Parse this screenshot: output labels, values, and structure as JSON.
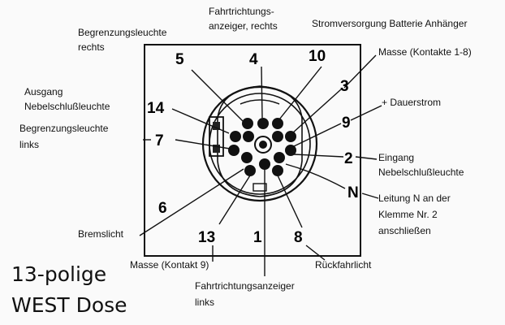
{
  "title": {
    "line1": "13-polige",
    "line2": "WEST Dose"
  },
  "pins": {
    "p5": "5",
    "p4": "4",
    "p10": "10",
    "p3": "3",
    "p14": "14",
    "p9": "9",
    "p7": "7",
    "p2": "2",
    "pN": "N",
    "p6": "6",
    "p13": "13",
    "p1": "1",
    "p8": "8"
  },
  "labels": {
    "begr_rechts_1": "Begrenzungsleuchte",
    "begr_rechts_2": "rechts",
    "fahrt_rechts_1": "Fahrtrichtungs-",
    "fahrt_rechts_2": "anzeiger, rechts",
    "strom": "Stromversorgung Batterie Anhänger",
    "masse_1_8": "Masse (Kontakte 1-8)",
    "dauerstrom": "+ Dauerstrom",
    "ausgang_1": "Ausgang",
    "ausgang_2": "Nebelschlußleuchte",
    "begr_links_1": "Begrenzungsleuchte",
    "begr_links_2": "links",
    "eingang_1": "Eingang",
    "eingang_2": "Nebelschlußleuchte",
    "leitung_1": "Leitung N an der",
    "leitung_2": "Klemme Nr. 2",
    "leitung_3": "anschließen",
    "bremslicht": "Bremslicht",
    "masse_9": "Masse (Kontakt 9)",
    "rueckfahr": "Rückfahrlicht",
    "fahrt_links_1": "Fahrtrichtungsanzeiger",
    "fahrt_links_2": "links"
  }
}
